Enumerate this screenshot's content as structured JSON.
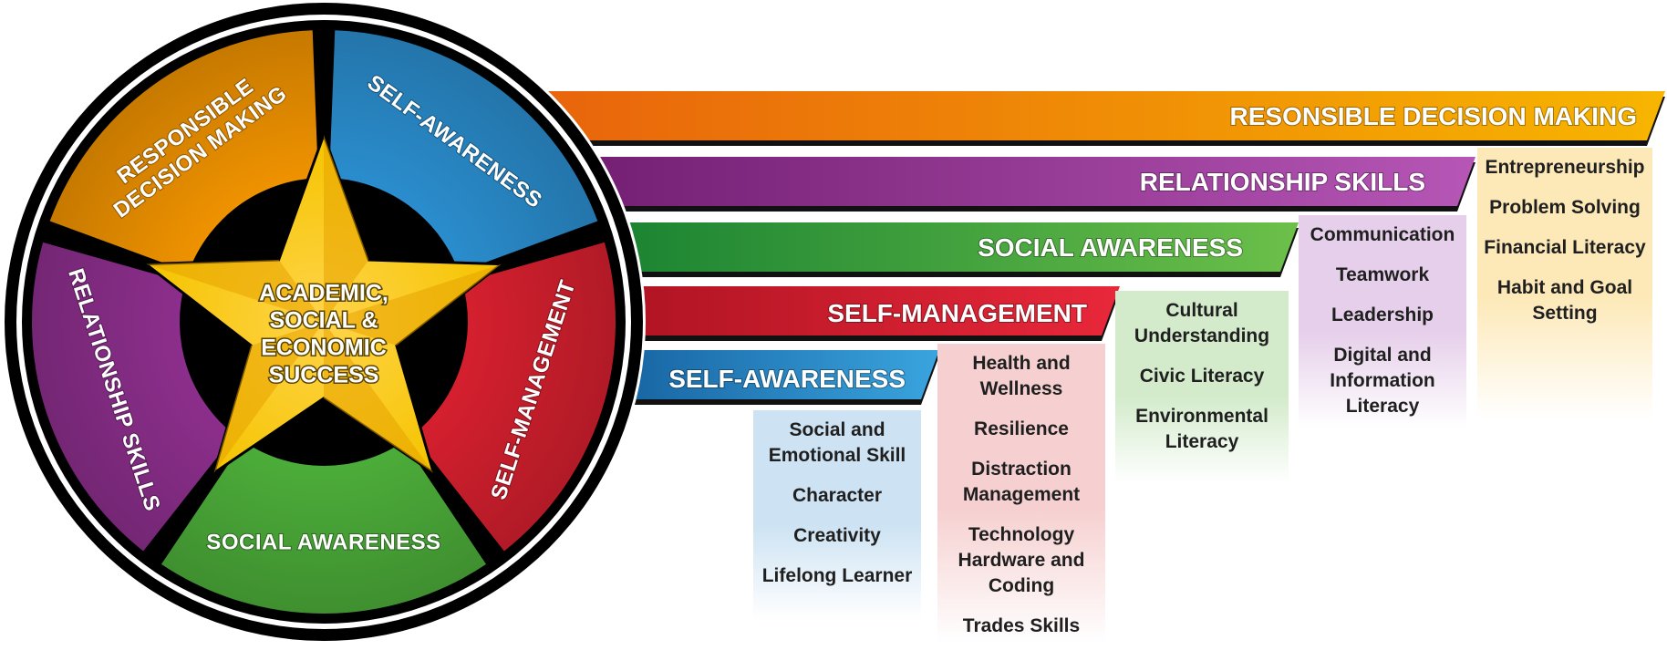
{
  "wheel": {
    "segments": [
      {
        "key": "responsible-decision-making",
        "lines": [
          "RESPONSIBLE",
          "DECISION MAKING"
        ],
        "color": "#F29400"
      },
      {
        "key": "self-awareness",
        "lines": [
          "SELF-AWARENESS"
        ],
        "color": "#2B8FD0"
      },
      {
        "key": "self-management",
        "lines": [
          "SELF-MANAGEMENT"
        ],
        "color": "#D8202F"
      },
      {
        "key": "social-awareness",
        "lines": [
          "SOCIAL AWARENESS"
        ],
        "color": "#4DAF3A"
      },
      {
        "key": "relationship-skills",
        "lines": [
          "RELATIONSHIP SKILLS"
        ],
        "color": "#8E2F8E"
      }
    ],
    "center": {
      "lines": [
        "ACADEMIC,",
        "SOCIAL &",
        "ECONOMIC",
        "SUCCESS"
      ],
      "color": "#F5C400"
    }
  },
  "bands": [
    {
      "key": "responsible-decision-making",
      "label": "RESONSIBLE DECISION MAKING",
      "color_start": "#E8620C",
      "color_end": "#F7B500",
      "tint": "#FDE9B8"
    },
    {
      "key": "relationship-skills",
      "label": "RELATIONSHIP SKILLS",
      "color_start": "#6E1A6E",
      "color_end": "#B656B6",
      "tint": "#E6CFEA"
    },
    {
      "key": "social-awareness",
      "label": "SOCIAL AWARENESS",
      "color_start": "#0E7A2E",
      "color_end": "#6CC04A",
      "tint": "#D3EBCB"
    },
    {
      "key": "self-management",
      "label": "SELF-MANAGEMENT",
      "color_start": "#A30F1D",
      "color_end": "#E8283A",
      "tint": "#F6D0D0"
    },
    {
      "key": "self-awareness",
      "label": "SELF-AWARENESS",
      "color_start": "#0B4E8E",
      "color_end": "#3AA4DE",
      "tint": "#CDE3F3"
    }
  ],
  "skill_columns": [
    {
      "key": "self-awareness",
      "items": [
        "Social and\nEmotional Skill",
        "Character",
        "Creativity",
        "Lifelong Learner"
      ]
    },
    {
      "key": "self-management",
      "items": [
        "Health and\nWellness",
        "Resilience",
        "Distraction\nManagement",
        "Technology\nHardware and\nCoding",
        "Trades Skills"
      ]
    },
    {
      "key": "social-awareness",
      "items": [
        "Cultural\nUnderstanding",
        "Civic Literacy",
        "Environmental\nLiteracy"
      ]
    },
    {
      "key": "relationship-skills",
      "items": [
        "Communication",
        "Teamwork",
        "Leadership",
        "Digital and\nInformation\nLiteracy"
      ]
    },
    {
      "key": "responsible-decision-making",
      "items": [
        "Entrepreneurship",
        "Problem Solving",
        "Financial Literacy",
        "Habit and Goal\nSetting"
      ]
    }
  ]
}
